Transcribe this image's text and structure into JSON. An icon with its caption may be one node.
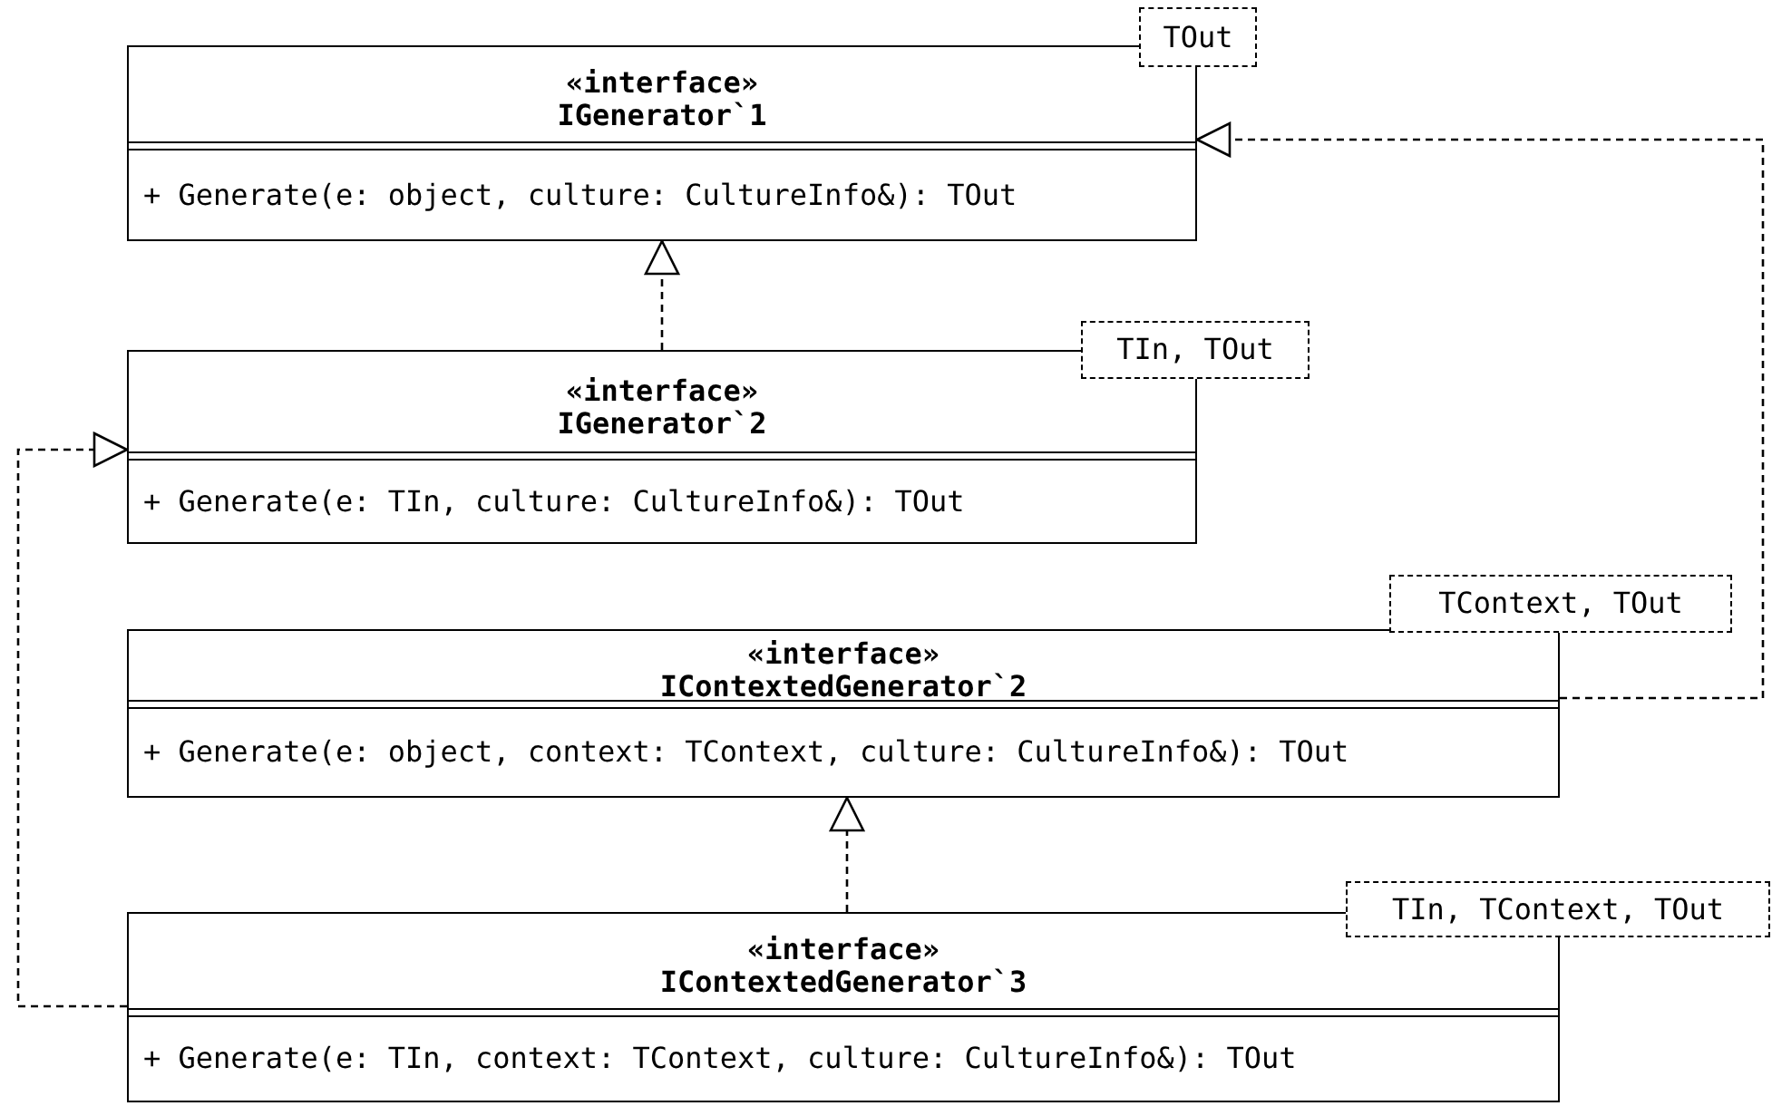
{
  "diagram": {
    "nodes": [
      {
        "text": [
          "«interface»",
          "IGenerator`1",
          "+ Generate(e: object, culture: CultureInfo&): TOut"
        ]
      },
      {
        "text": [
          "TOut"
        ]
      },
      {
        "text": [
          "«interface»",
          "IGenerator`2",
          "+ Generate(e: TIn, culture: CultureInfo&): TOut"
        ]
      },
      {
        "text": [
          "TIn, TOut"
        ]
      },
      {
        "text": [
          "«interface»",
          "IContextedGenerator`2",
          "+ Generate(e: object, context: TContext, culture: CultureInfo&): TOut"
        ]
      },
      {
        "text": [
          "TContext, TOut"
        ]
      },
      {
        "text": [
          "«interface»",
          "IContextedGenerator`3",
          "+ Generate(e: TIn, context: TContext, culture: CultureInfo&): TOut"
        ]
      },
      {
        "text": [
          "TIn, TContext, TOut"
        ]
      }
    ],
    "edges": [
      {
        "from": 2,
        "to": 0,
        "arrow": "to",
        "style": "dashed"
      },
      {
        "from": 6,
        "to": 4,
        "arrow": "to",
        "style": "dashed"
      },
      {
        "from": 6,
        "to": 2,
        "arrow": "to",
        "style": "dashed"
      },
      {
        "from": 4,
        "to": 0,
        "arrow": "to",
        "style": "dashed"
      }
    ]
  }
}
